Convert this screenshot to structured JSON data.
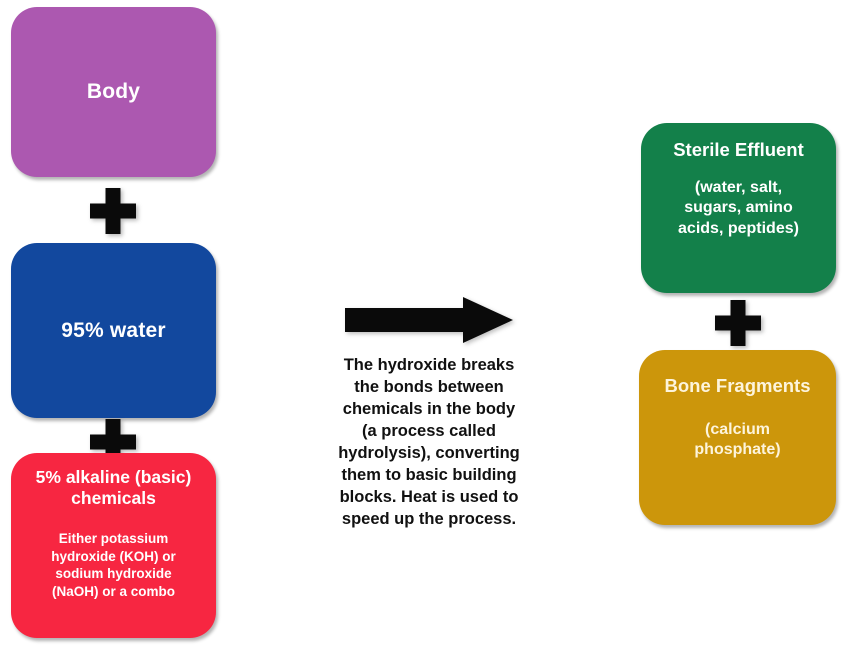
{
  "diagram": {
    "title": "Alkaline hydrolysis process diagram",
    "type": "process-flow",
    "colors": {
      "body_purple": "#AC58B0",
      "water_blue": "#12489E",
      "alkaline_red": "#F72641",
      "effluent_green": "#13804A",
      "bone_gold": "#CC960B",
      "arrow_black": "#0A0A0A",
      "plus_black": "#0A0A0A",
      "background": "#FFFFFF"
    },
    "inputs": [
      {
        "id": "body",
        "title": "Body",
        "sub": "",
        "color": "#AC58B0"
      },
      {
        "id": "water",
        "title": "95% water",
        "sub": "",
        "color": "#12489E"
      },
      {
        "id": "alkaline",
        "title": "5% alkaline (basic)\nchemicals",
        "sub": "Either potassium\nhydroxide (KOH) or\nsodium hydroxide\n(NaOH) or a combo",
        "color": "#F72641"
      }
    ],
    "operators": [
      {
        "id": "plus-1",
        "symbol": "+"
      },
      {
        "id": "plus-2",
        "symbol": "+"
      },
      {
        "id": "plus-3",
        "symbol": "+"
      }
    ],
    "process": {
      "arrow": "right-arrow",
      "caption": "The hydroxide breaks\nthe bonds between\nchemicals in the body\n(a process called\nhydrolysis), converting\nthem to basic building\nblocks. Heat is used to\nspeed up the process."
    },
    "outputs": [
      {
        "id": "effluent",
        "title": "Sterile Effluent",
        "sub": "(water, salt,\nsugars, amino\nacids, peptides)",
        "color": "#13804A"
      },
      {
        "id": "bone",
        "title": "Bone Fragments",
        "sub": "(calcium\nphosphate)",
        "color": "#CC960B"
      }
    ]
  }
}
